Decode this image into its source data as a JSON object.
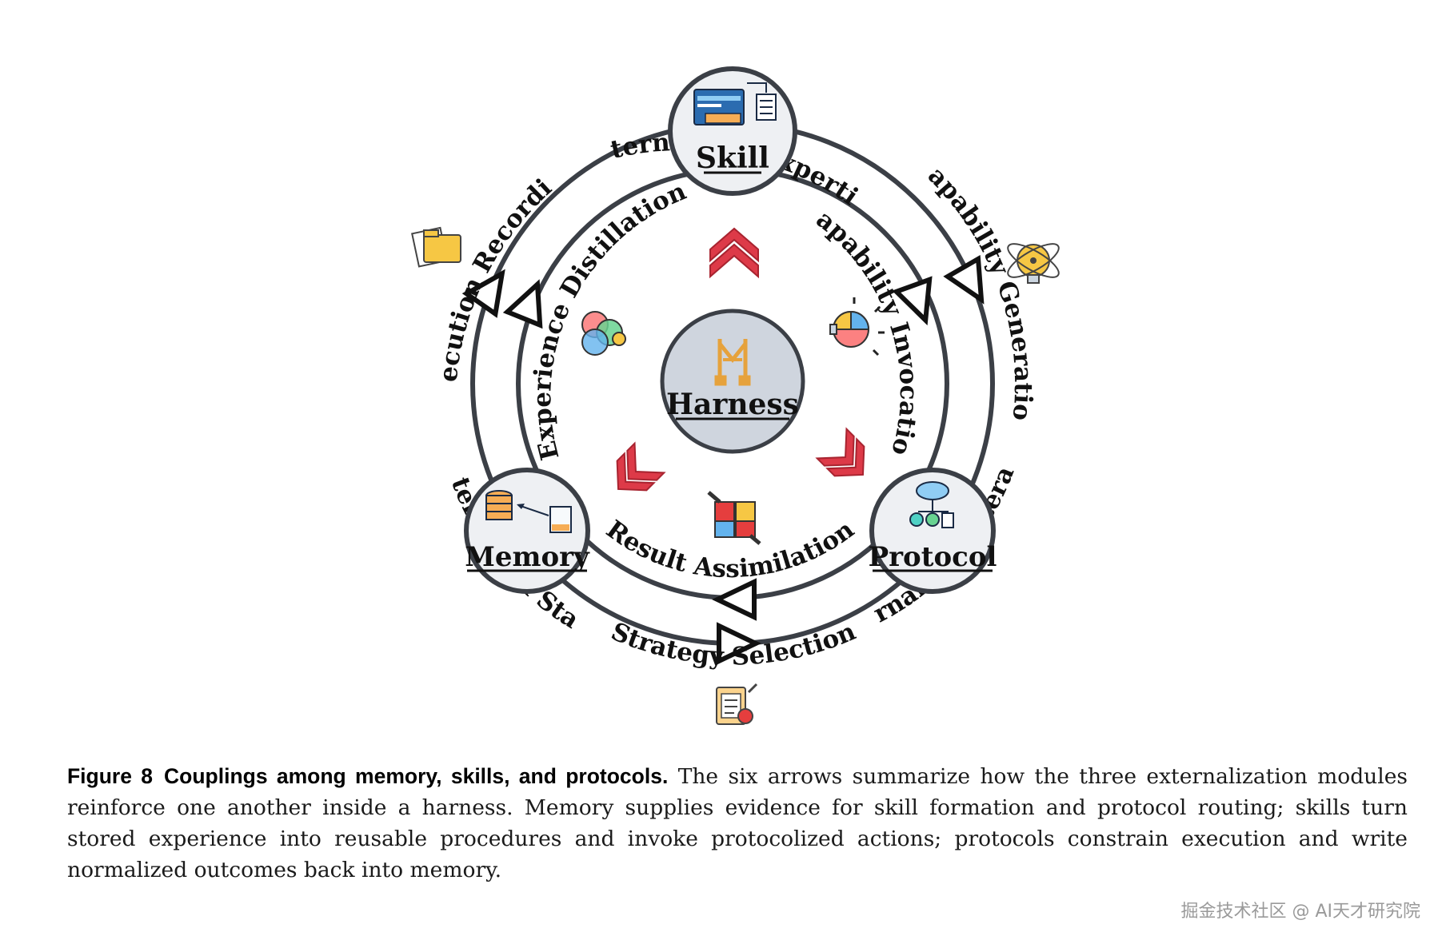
{
  "nodes": {
    "harness": "Harness",
    "skill": "Skill",
    "memory": "Memory",
    "protocol": "Protocol"
  },
  "outer_labels": {
    "externalized_expertise": "Externalized Expertise",
    "execution_recording": "Execution Recording",
    "capability_generation": "Capability Generation",
    "externalized_state": "Externalized State",
    "externalized_interaction": "Externalized Interaction",
    "strategy_selection": "Strategy Selection"
  },
  "inner_labels": {
    "experience_distillation": "Experience Distillation",
    "capability_invocation": "Capability Invocation",
    "result_assimilation": "Result Assimilation"
  },
  "caption": {
    "figure_number": "Figure 8",
    "title": "Couplings among memory, skills, and protocols.",
    "body": "The six arrows summarize how the three externalization modules reinforce one another inside a harness. Memory supplies evidence for skill formation and protocol routing; skills turn stored experience into reusable procedures and invoke protocolized actions; protocols constrain execution and write normalized outcomes back into memory."
  },
  "watermark": "掘金技术社区 @ AI天才研究院",
  "colors": {
    "ring": "#3b3f46",
    "node_fill": "#eef0f3",
    "harness_fill": "#cfd5de",
    "chevron": "#dd3a48",
    "harness_icon": "#e6a23c"
  },
  "icons": [
    "code-window-icon",
    "folder-icon",
    "lightbulb-atom-icon",
    "venn-icon",
    "puzzle-bulb-icon",
    "harness-icon",
    "database-log-icon",
    "puzzle-hands-icon",
    "cloud-network-icon",
    "checklist-icon"
  ]
}
